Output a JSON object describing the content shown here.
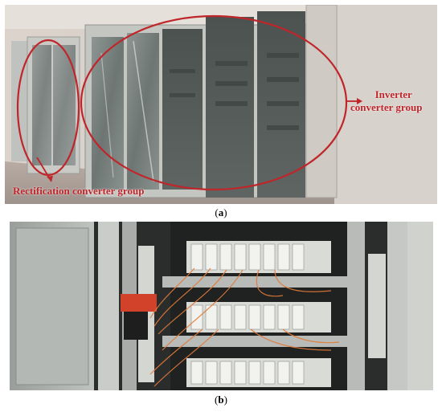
{
  "figure": {
    "panel_a": {
      "caption": "(a)",
      "caption_letter": "a",
      "label_inverter_line1": "Inverter",
      "label_inverter_line2": "converter group",
      "label_rectification": "Rectification converter group",
      "annotation_color": "#c0252a"
    },
    "panel_b": {
      "caption": "(b)",
      "caption_letter": "b"
    }
  }
}
